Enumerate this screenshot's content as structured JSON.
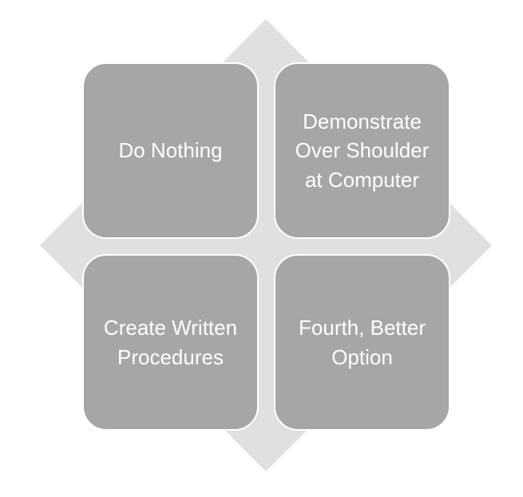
{
  "diagram": {
    "background_shape_color": "#e0e0e0",
    "box_color": "#a6a6a6",
    "text_color": "#ffffff",
    "quadrants": [
      {
        "position": "top-left",
        "label": "Do Nothing"
      },
      {
        "position": "top-right",
        "label": "Demonstrate Over Shoulder at Computer"
      },
      {
        "position": "bottom-left",
        "label": "Create Written Procedures"
      },
      {
        "position": "bottom-right",
        "label": "Fourth, Better Option"
      }
    ]
  }
}
